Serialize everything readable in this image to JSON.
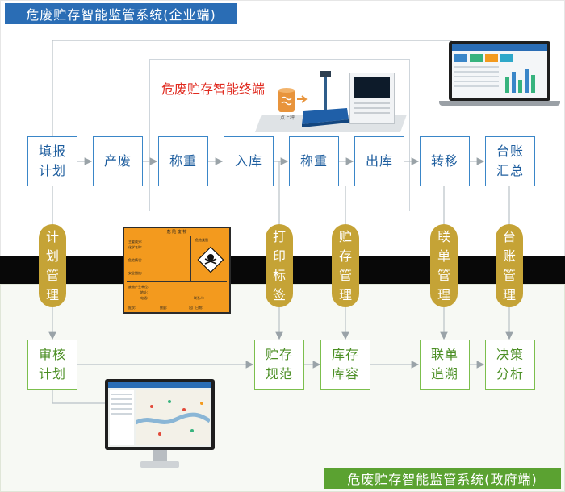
{
  "titles": {
    "enterprise": "危废贮存智能监管系统(企业端)",
    "government": "危废贮存智能监管系统(政府端)",
    "terminal": "危废贮存智能终端"
  },
  "top_flow": [
    {
      "id": "fill",
      "label": "填报\n计划"
    },
    {
      "id": "produce",
      "label": "产废"
    },
    {
      "id": "weigh1",
      "label": "称重"
    },
    {
      "id": "store-in",
      "label": "入库"
    },
    {
      "id": "weigh2",
      "label": "称重"
    },
    {
      "id": "store-out",
      "label": "出库"
    },
    {
      "id": "transfer",
      "label": "转移"
    },
    {
      "id": "ledger",
      "label": "台账\n汇总"
    }
  ],
  "pills": [
    {
      "id": "plan",
      "label": "计\n划\n管\n理"
    },
    {
      "id": "print",
      "label": "打\n印\n标\n签"
    },
    {
      "id": "storage",
      "label": "贮\n存\n管\n理"
    },
    {
      "id": "joint",
      "label": "联\n单\n管\n理"
    },
    {
      "id": "ledger",
      "label": "台\n账\n管\n理"
    }
  ],
  "bottom_flow": [
    {
      "id": "review",
      "label": "审核\n计划"
    },
    {
      "id": "norm",
      "label": "贮存\n规范"
    },
    {
      "id": "capacity",
      "label": "库存\n库容"
    },
    {
      "id": "trace",
      "label": "联单\n追溯"
    },
    {
      "id": "decision",
      "label": "决策\n分析"
    }
  ],
  "label_card": {
    "header": "危 险 废 物",
    "category": "危险类别",
    "fields": [
      "主要成分:",
      "化学名称:",
      "危险情况:",
      "安全措施:",
      "废物产生单位:",
      "地址:",
      "电话:",
      "联系人:",
      "批次:",
      "数量:",
      "出厂日期:"
    ]
  },
  "scale_tag": "点上秤",
  "colors": {
    "blue": "#2a6db5",
    "green": "#5ba231",
    "gold": "#c5a336",
    "orange": "#f39a1e",
    "red": "#e02a1f"
  }
}
